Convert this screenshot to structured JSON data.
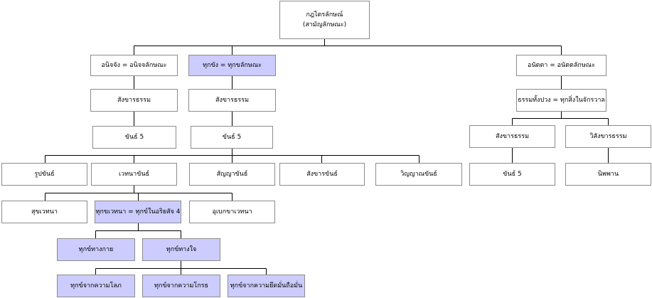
{
  "colors": {
    "node_border": "#8c8c8c",
    "node_fill": "#ffffff",
    "node_highlight": "#ccccff",
    "link": "#000000"
  },
  "nodes": {
    "root": {
      "lines": [
        "กฎไตรลักษณ์",
        "(สามัญลักษณะ)"
      ],
      "highlight": false
    },
    "anicca": {
      "lines": [
        "อนิจจัง = อนิจจลักษณะ"
      ],
      "highlight": false
    },
    "dukkha": {
      "lines": [
        "ทุกขัง = ทุกขลักษณะ"
      ],
      "highlight": true
    },
    "anatta": {
      "lines": [
        "อนัตตา = อนัตตลักษณะ"
      ],
      "highlight": false
    },
    "sankhara_dhamma_1": {
      "lines": [
        "สังขารธรรม"
      ],
      "highlight": false
    },
    "sankhara_dhamma_2": {
      "lines": [
        "สังขารธรรม"
      ],
      "highlight": false
    },
    "all_dhamma": {
      "lines": [
        "ธรรมทั้งปวง = ทุกสิ่งในจักรวาล"
      ],
      "highlight": false
    },
    "khandha_1": {
      "lines": [
        "ขันธ์ 5"
      ],
      "highlight": false
    },
    "khandha_2": {
      "lines": [
        "ขันธ์ 5"
      ],
      "highlight": false
    },
    "sankhata": {
      "lines": [
        "สังขารธรรม"
      ],
      "highlight": false
    },
    "asankhata": {
      "lines": [
        "วิสังขารธรรม"
      ],
      "highlight": false
    },
    "rupa": {
      "lines": [
        "รูปขันธ์"
      ],
      "highlight": false
    },
    "vedana": {
      "lines": [
        "เวทนาขันธ์"
      ],
      "highlight": false
    },
    "sanna": {
      "lines": [
        "สัญญาขันธ์"
      ],
      "highlight": false
    },
    "sankhara_khandha": {
      "lines": [
        "สังขารขันธ์"
      ],
      "highlight": false
    },
    "vinnana": {
      "lines": [
        "วิญญาณขันธ์"
      ],
      "highlight": false
    },
    "khandha_3": {
      "lines": [
        "ขันธ์ 5"
      ],
      "highlight": false
    },
    "nibbana": {
      "lines": [
        "นิพพาน"
      ],
      "highlight": false
    },
    "sukha_vedana": {
      "lines": [
        "สุขเวทนา"
      ],
      "highlight": false
    },
    "dukkha_vedana": {
      "lines": [
        "ทุกขเวทนา = ทุกข์ในอริยสัจ 4"
      ],
      "highlight": true
    },
    "upekkha_vedana": {
      "lines": [
        "อุเบกขาเวทนา"
      ],
      "highlight": false
    },
    "bodily_dukkha": {
      "lines": [
        "ทุกข์ทางกาย"
      ],
      "highlight": true
    },
    "mental_dukkha": {
      "lines": [
        "ทุกข์ทางใจ"
      ],
      "highlight": true
    },
    "dukkha_greed": {
      "lines": [
        "ทุกข์จากความโลภ"
      ],
      "highlight": true
    },
    "dukkha_anger": {
      "lines": [
        "ทุกข์จากความโกรธ"
      ],
      "highlight": true
    },
    "dukkha_delusion": {
      "lines": [
        "ทุกข์จากความยึดมั่นถือมั่น"
      ],
      "highlight": true
    }
  }
}
